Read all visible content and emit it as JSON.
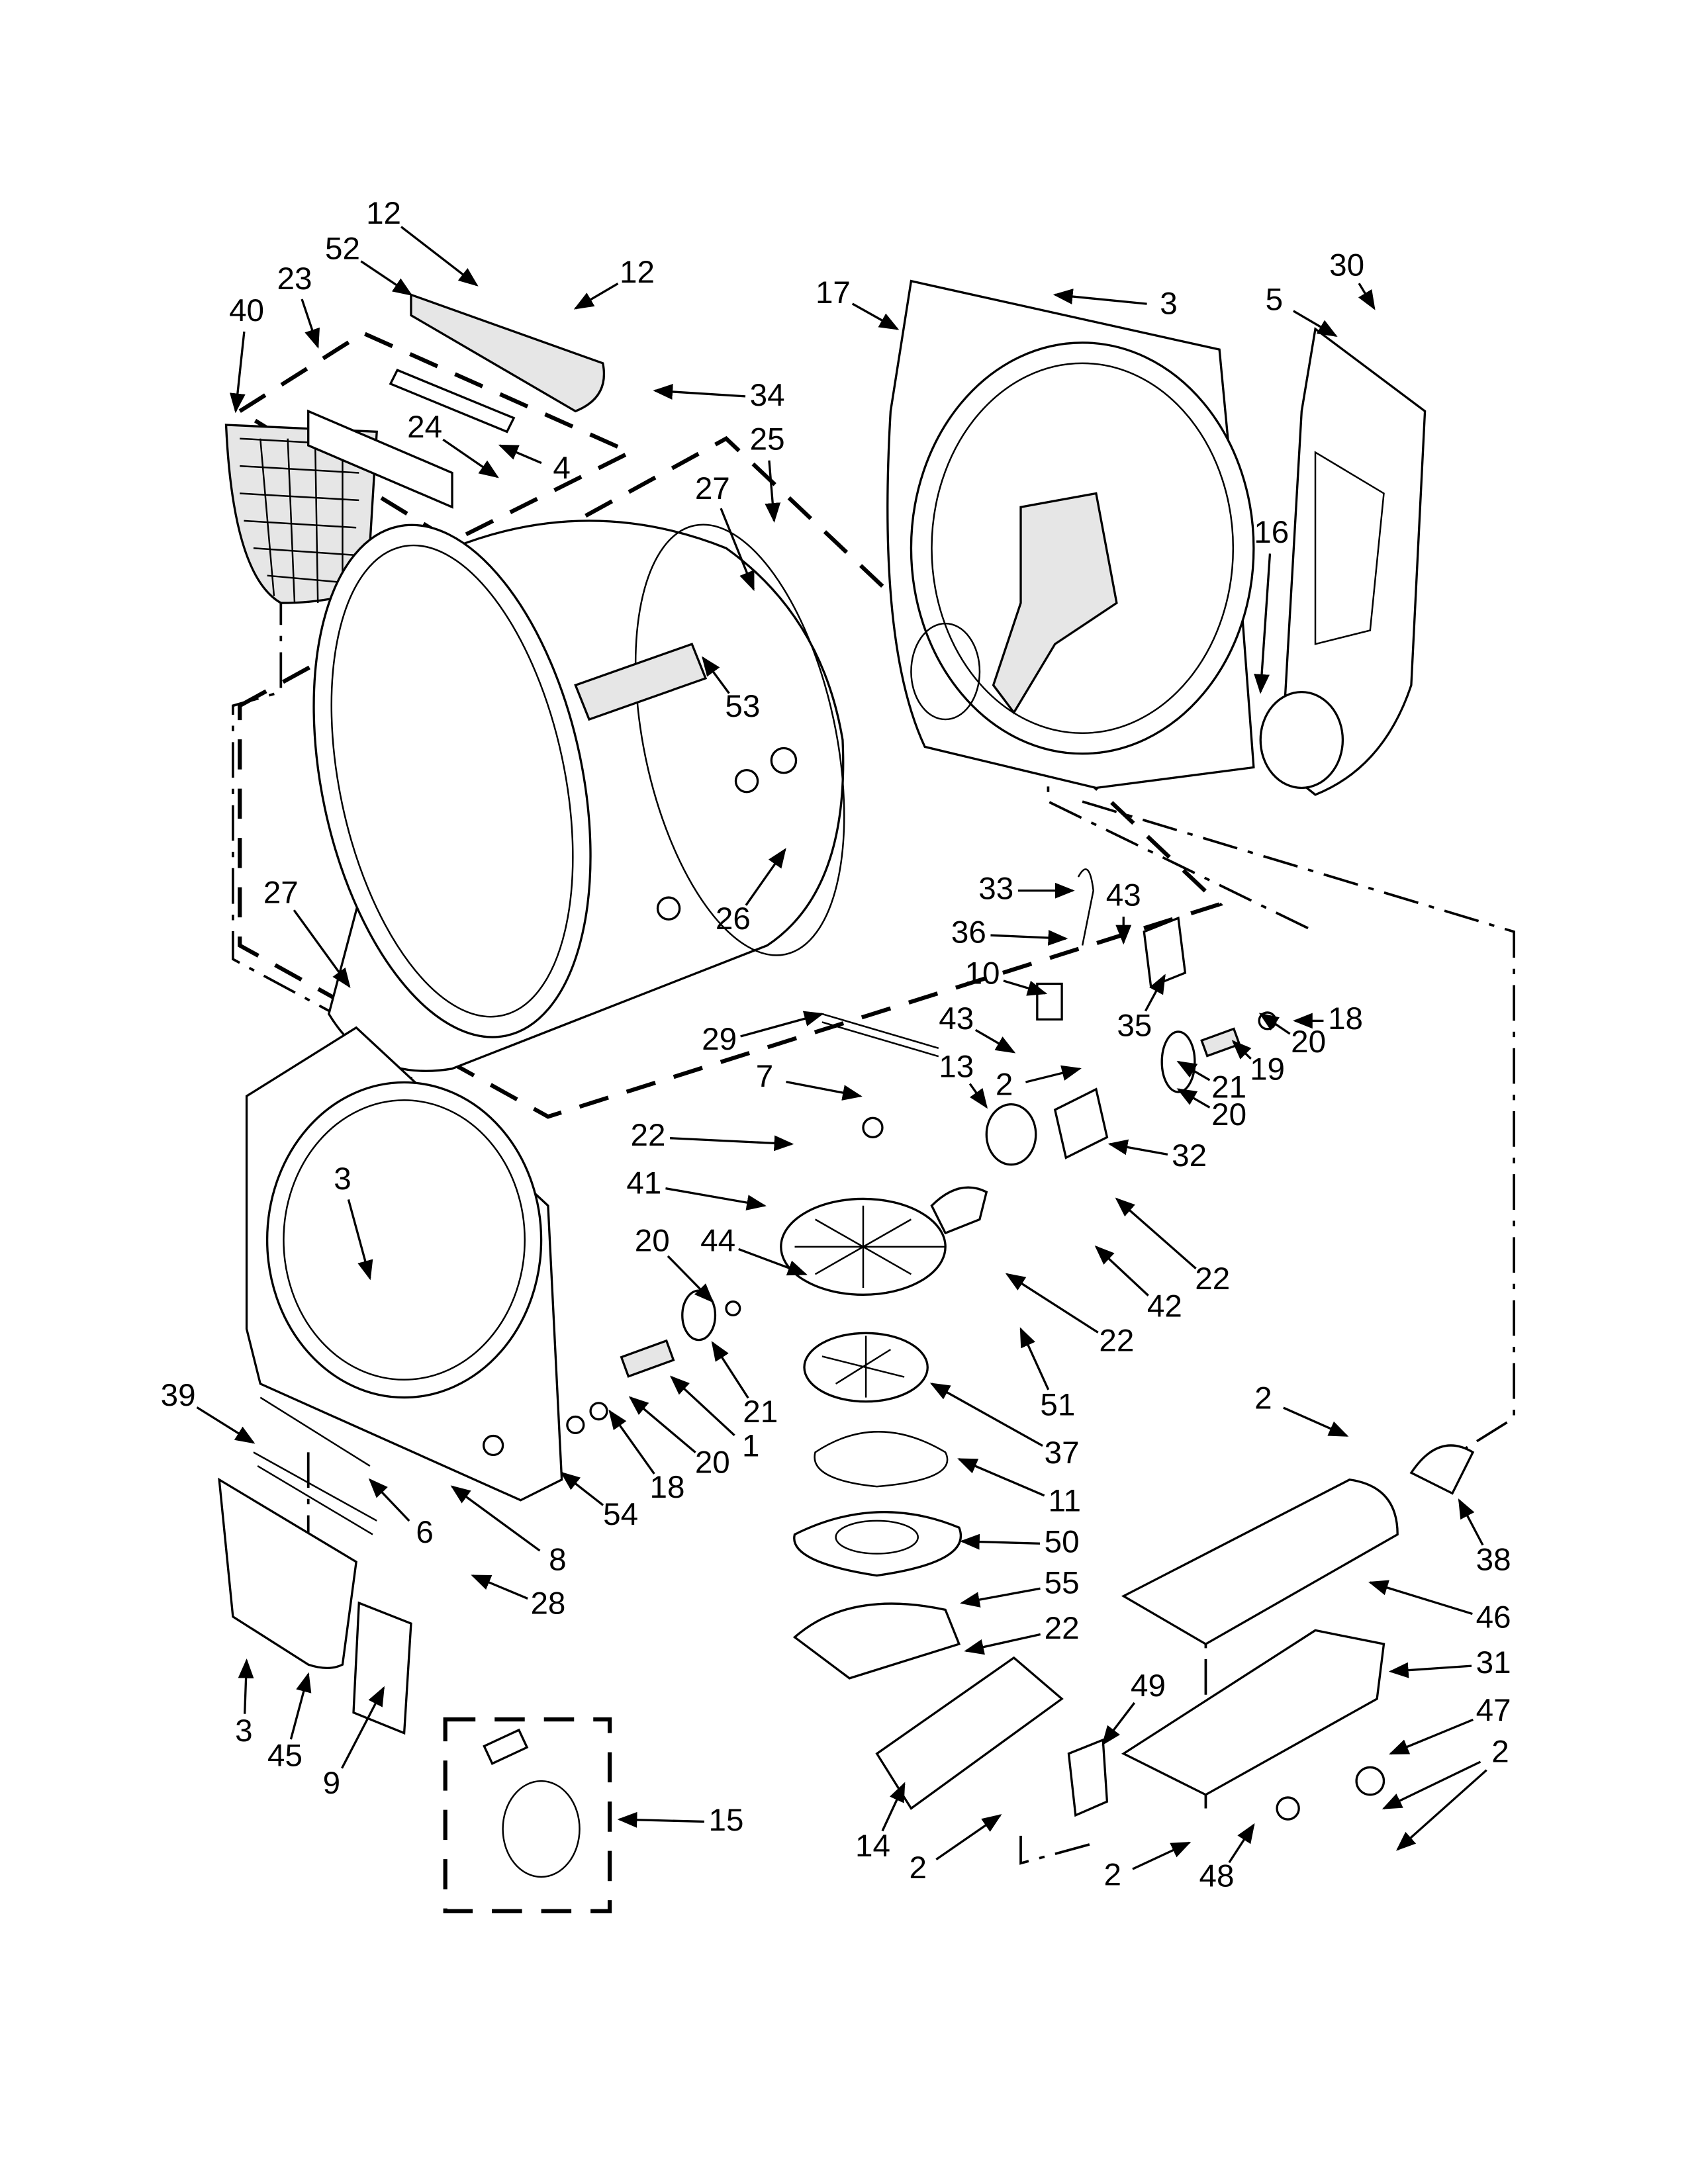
{
  "diagram": {
    "type": "exploded-parts-diagram",
    "callouts": [
      "12",
      "52",
      "12",
      "23",
      "40",
      "34",
      "24",
      "4",
      "25",
      "27",
      "53",
      "26",
      "27",
      "17",
      "3",
      "30",
      "5",
      "16",
      "33",
      "43",
      "36",
      "10",
      "35",
      "18",
      "20",
      "19",
      "21",
      "43",
      "29",
      "13",
      "2",
      "20",
      "7",
      "32",
      "22",
      "41",
      "22",
      "42",
      "22",
      "20",
      "44",
      "51",
      "21",
      "37",
      "1",
      "20",
      "18",
      "11",
      "3",
      "39",
      "6",
      "8",
      "54",
      "28",
      "3",
      "45",
      "9",
      "15",
      "50",
      "55",
      "22",
      "2",
      "38",
      "46",
      "31",
      "49",
      "47",
      "2",
      "14",
      "2",
      "2",
      "48"
    ]
  }
}
